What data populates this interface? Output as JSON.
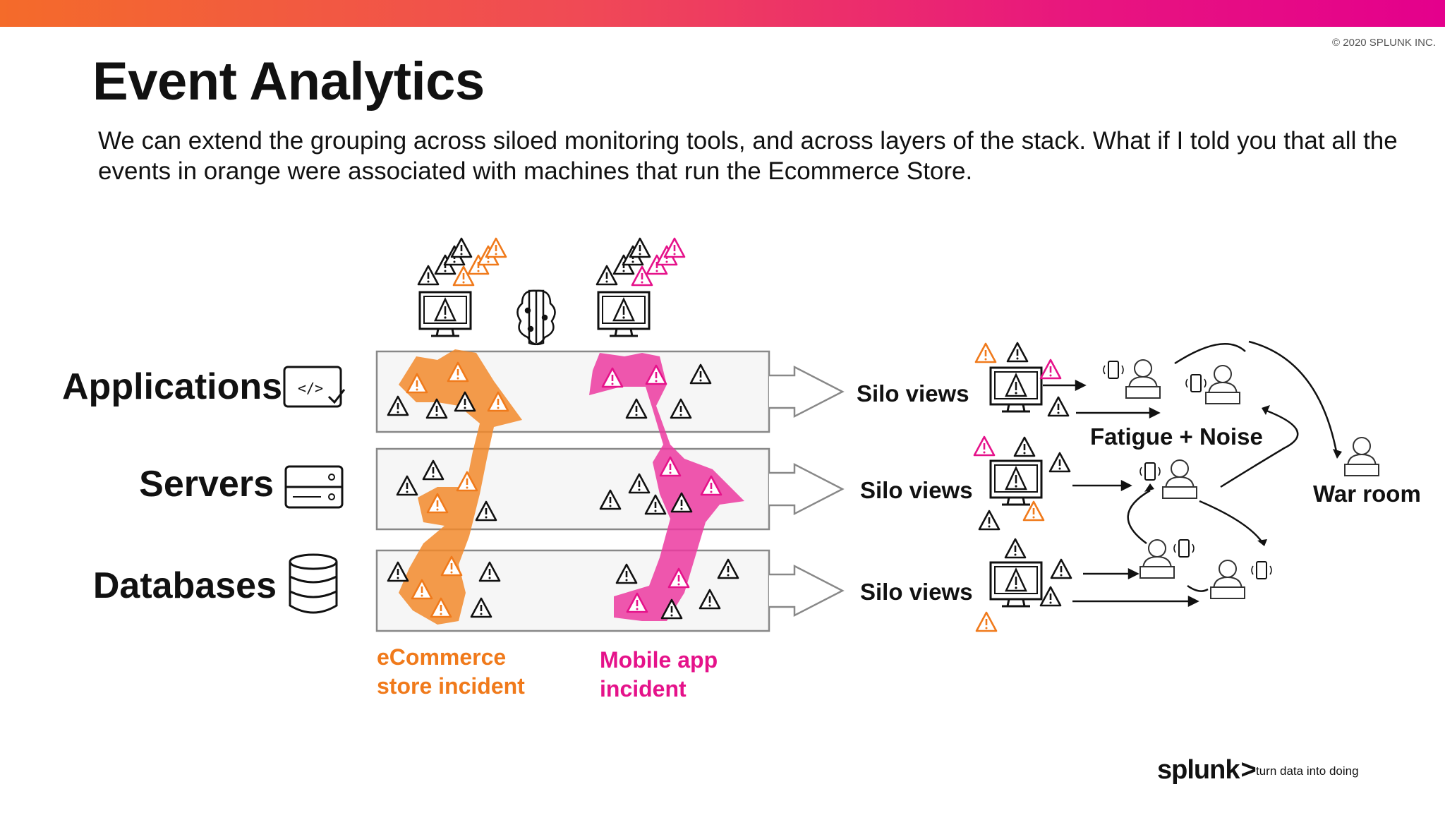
{
  "slide": {
    "copyright": "© 2020 SPLUNK INC.",
    "title": "Event Analytics",
    "subtitle": "We can extend the grouping across siloed monitoring tools, and across layers of the stack. What if I told you that all the events in orange were associated with machines that run the Ecommerce Store."
  },
  "layers": [
    {
      "label": "Applications",
      "icon": "code-window-icon"
    },
    {
      "label": "Servers",
      "icon": "server-icon"
    },
    {
      "label": "Databases",
      "icon": "database-icon"
    }
  ],
  "silo_views": [
    "Silo views",
    "Silo views",
    "Silo views"
  ],
  "incidents": {
    "ecommerce": {
      "line1": "eCommerce",
      "line2": "store incident",
      "color": "#f07a1b"
    },
    "mobile": {
      "line1": "Mobile app",
      "line2": "incident",
      "color": "#e5128a"
    }
  },
  "flow": {
    "fatigue_label": "Fatigue + Noise",
    "war_room_label": "War room"
  },
  "brand": {
    "logo": "splunk",
    "tagline": "turn data into doing"
  },
  "colors": {
    "orange": "#f07a1b",
    "pink": "#e5128a",
    "gradient_start": "#f46b2a",
    "gradient_end": "#e4008c"
  }
}
